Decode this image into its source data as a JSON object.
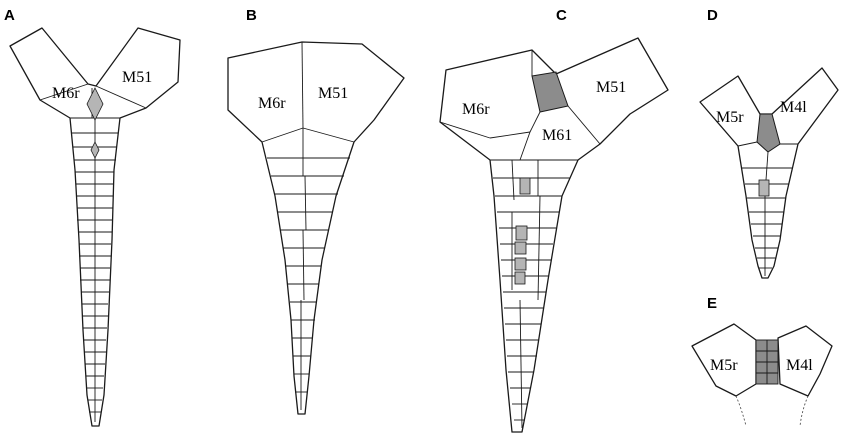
{
  "panels": [
    {
      "letter": "A",
      "left_label": "M6r",
      "right_label": "M51"
    },
    {
      "letter": "B",
      "left_label": "M6r",
      "right_label": "M51"
    },
    {
      "letter": "C",
      "left_label": "M6r",
      "right_label": "M51",
      "bottom_label": "M61"
    },
    {
      "letter": "D",
      "left_label": "M5r",
      "right_label": "M4l"
    },
    {
      "letter": "E",
      "left_label": "M5r",
      "right_label": "M4l"
    }
  ],
  "colors": {
    "outline": "#1a1a1a",
    "dark_plate": "#8c8c8c",
    "light_plate": "#b5b5b5",
    "background": "#ffffff"
  }
}
